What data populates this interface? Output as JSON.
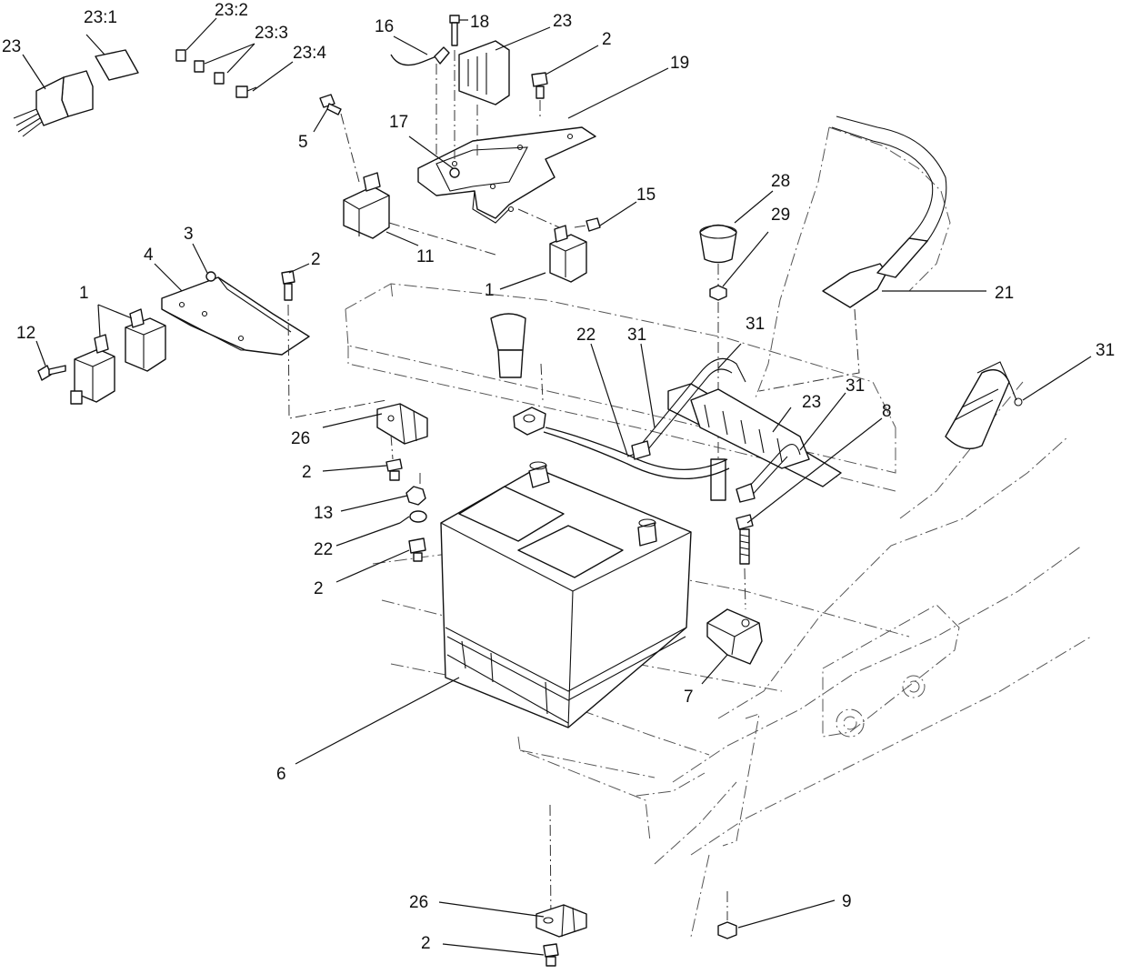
{
  "diagram": {
    "callouts": [
      {
        "id": "c-23a",
        "text": "23"
      },
      {
        "id": "c-23-1",
        "text": "23:1"
      },
      {
        "id": "c-23-2",
        "text": "23:2"
      },
      {
        "id": "c-23-3",
        "text": "23:3"
      },
      {
        "id": "c-23-4",
        "text": "23:4"
      },
      {
        "id": "c-16",
        "text": "16"
      },
      {
        "id": "c-18",
        "text": "18"
      },
      {
        "id": "c-23b",
        "text": "23"
      },
      {
        "id": "c-2a",
        "text": "2"
      },
      {
        "id": "c-19",
        "text": "19"
      },
      {
        "id": "c-5",
        "text": "5"
      },
      {
        "id": "c-17",
        "text": "17"
      },
      {
        "id": "c-15",
        "text": "15"
      },
      {
        "id": "c-11",
        "text": "11"
      },
      {
        "id": "c-1a",
        "text": "1"
      },
      {
        "id": "c-28",
        "text": "28"
      },
      {
        "id": "c-29",
        "text": "29"
      },
      {
        "id": "c-3",
        "text": "3"
      },
      {
        "id": "c-4",
        "text": "4"
      },
      {
        "id": "c-2b",
        "text": "2"
      },
      {
        "id": "c-1b",
        "text": "1"
      },
      {
        "id": "c-12",
        "text": "12"
      },
      {
        "id": "c-21",
        "text": "21"
      },
      {
        "id": "c-22a",
        "text": "22"
      },
      {
        "id": "c-31a",
        "text": "31"
      },
      {
        "id": "c-31b",
        "text": "31"
      },
      {
        "id": "c-31c",
        "text": "31"
      },
      {
        "id": "c-31d",
        "text": "31"
      },
      {
        "id": "c-23c",
        "text": "23"
      },
      {
        "id": "c-8",
        "text": "8"
      },
      {
        "id": "c-26a",
        "text": "26"
      },
      {
        "id": "c-2c",
        "text": "2"
      },
      {
        "id": "c-13",
        "text": "13"
      },
      {
        "id": "c-22b",
        "text": "22"
      },
      {
        "id": "c-2d",
        "text": "2"
      },
      {
        "id": "c-7",
        "text": "7"
      },
      {
        "id": "c-6",
        "text": "6"
      },
      {
        "id": "c-26b",
        "text": "26"
      },
      {
        "id": "c-2e",
        "text": "2"
      },
      {
        "id": "c-9",
        "text": "9"
      }
    ]
  }
}
